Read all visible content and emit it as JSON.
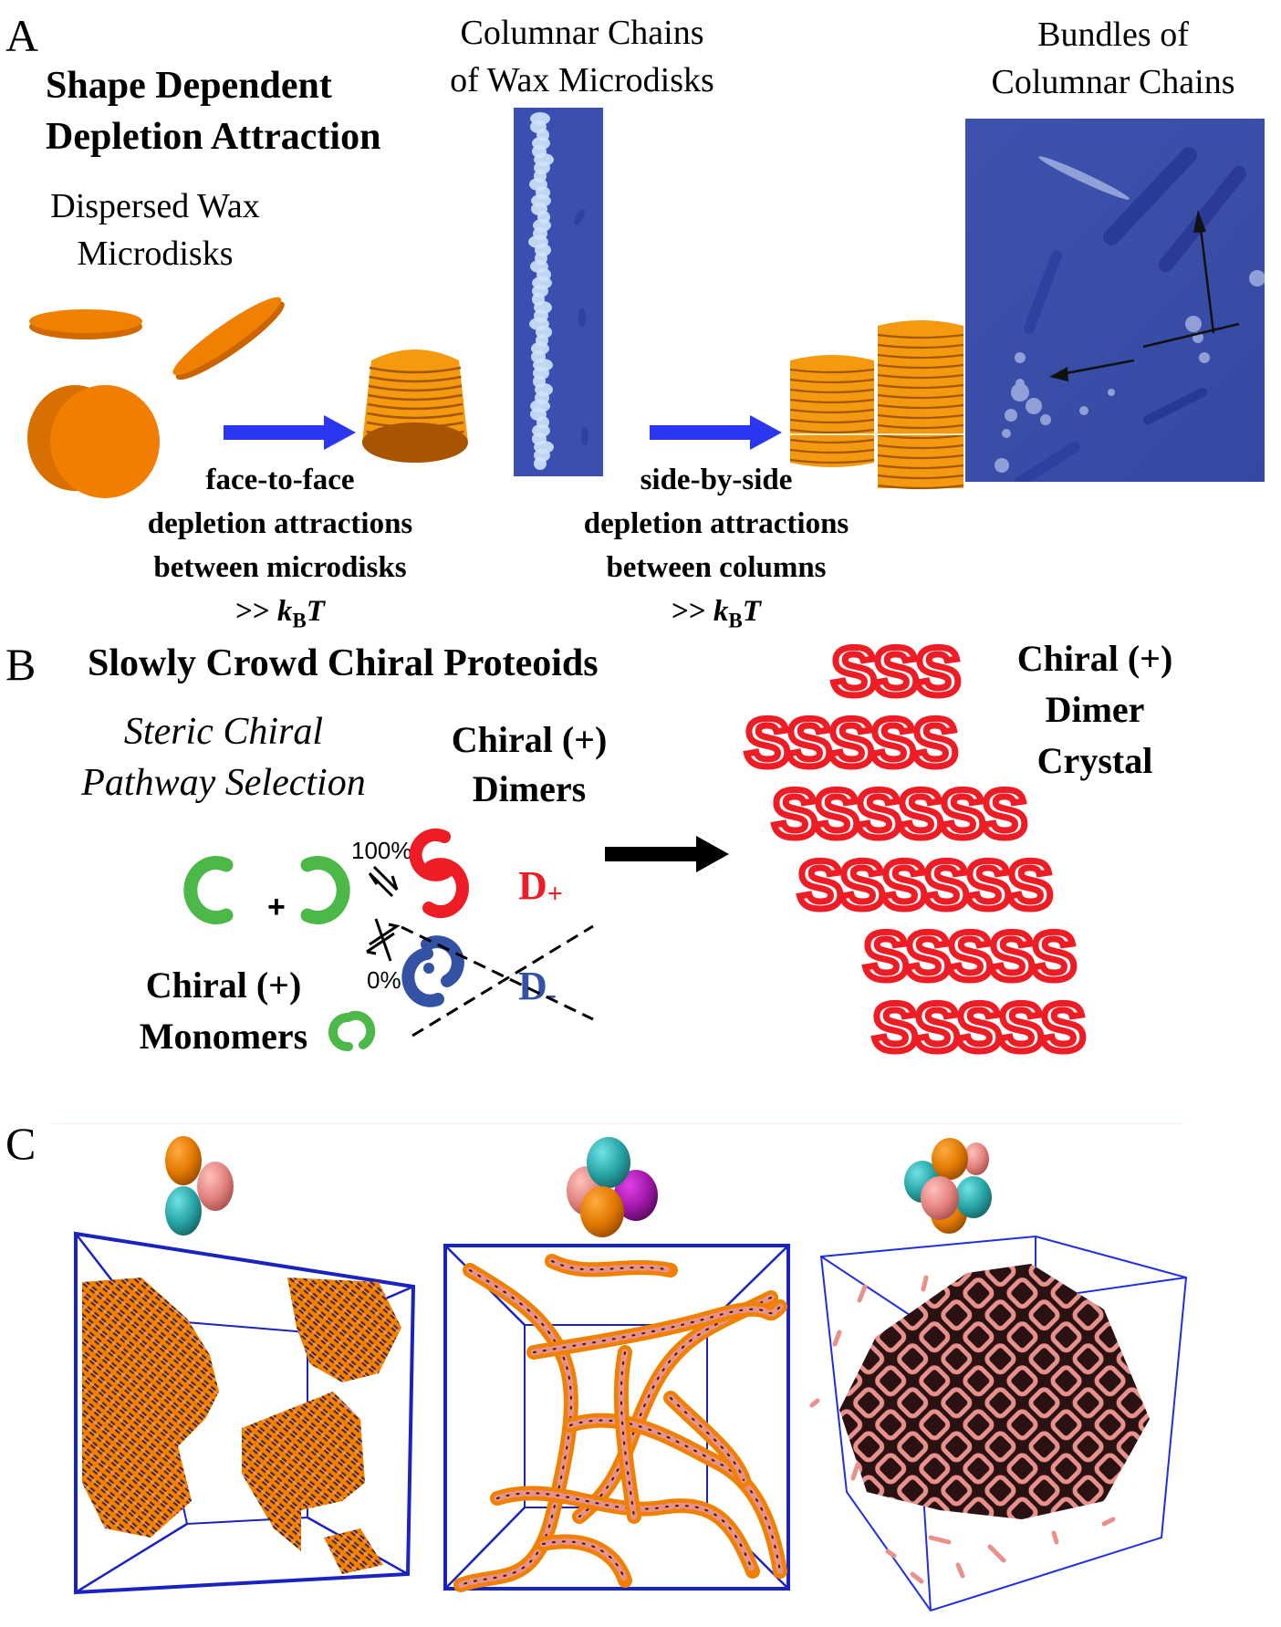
{
  "panel_a": {
    "letter": "A",
    "title_line1": "Shape Dependent",
    "title_line2": "Depletion Attraction",
    "dispersed_line1": "Dispersed Wax",
    "dispersed_line2": "Microdisks",
    "columnar_line1": "Columnar Chains",
    "columnar_line2": "of Wax Microdisks",
    "bundles_line1": "Bundles of",
    "bundles_line2": "Columnar Chains",
    "step1": {
      "line1": "face-to-face",
      "line2": "depletion attractions",
      "line3": "between microdisks",
      "energy_prefix": ">>",
      "energy_k": "k",
      "energy_sub": "B",
      "energy_T": "T"
    },
    "step2": {
      "line1": "side-by-side",
      "line2": "depletion attractions",
      "line3": "between columns",
      "energy_prefix": ">>",
      "energy_k": "k",
      "energy_sub": "B",
      "energy_T": "T"
    }
  },
  "panel_b": {
    "letter": "B",
    "title": "Slowly Crowd Chiral Proteoids",
    "pathway_line1": "Steric Chiral",
    "pathway_line2": "Pathway Selection",
    "dimers_line1": "Chiral (+)",
    "dimers_line2": "Dimers",
    "monomers_line1": "Chiral (+)",
    "monomers_line2": "Monomers",
    "plus_sign": "+",
    "pct_allowed": "100%",
    "pct_blocked": "0%",
    "d_plus": "D",
    "d_plus_sub": "+",
    "d_minus": "D",
    "d_minus_sub": "-",
    "crystal_line1": "Chiral (+)",
    "crystal_line2": "Dimer",
    "crystal_line3": "Crystal",
    "crystal_rows": [
      3,
      5,
      6,
      6,
      5,
      5
    ]
  },
  "panel_c": {
    "letter": "C",
    "clusters": [
      {
        "spheres": [
          "orange",
          "pink",
          "teal"
        ]
      },
      {
        "spheres": [
          "teal",
          "pink",
          "orange",
          "purple"
        ]
      },
      {
        "spheres": [
          "orange",
          "teal",
          "pink",
          "teal",
          "orange"
        ]
      }
    ]
  },
  "colors": {
    "orange": "#f08000",
    "blue_arrow": "#2a36f0",
    "red": "#ee1c24",
    "green": "#4cb848",
    "dark_blue": "#3452a4",
    "teal": "#2aa8aa",
    "pink": "#e8908c",
    "purple": "#a020b0",
    "box_blue": "#1a22c0",
    "micro_blue": "#3a4fa6"
  }
}
